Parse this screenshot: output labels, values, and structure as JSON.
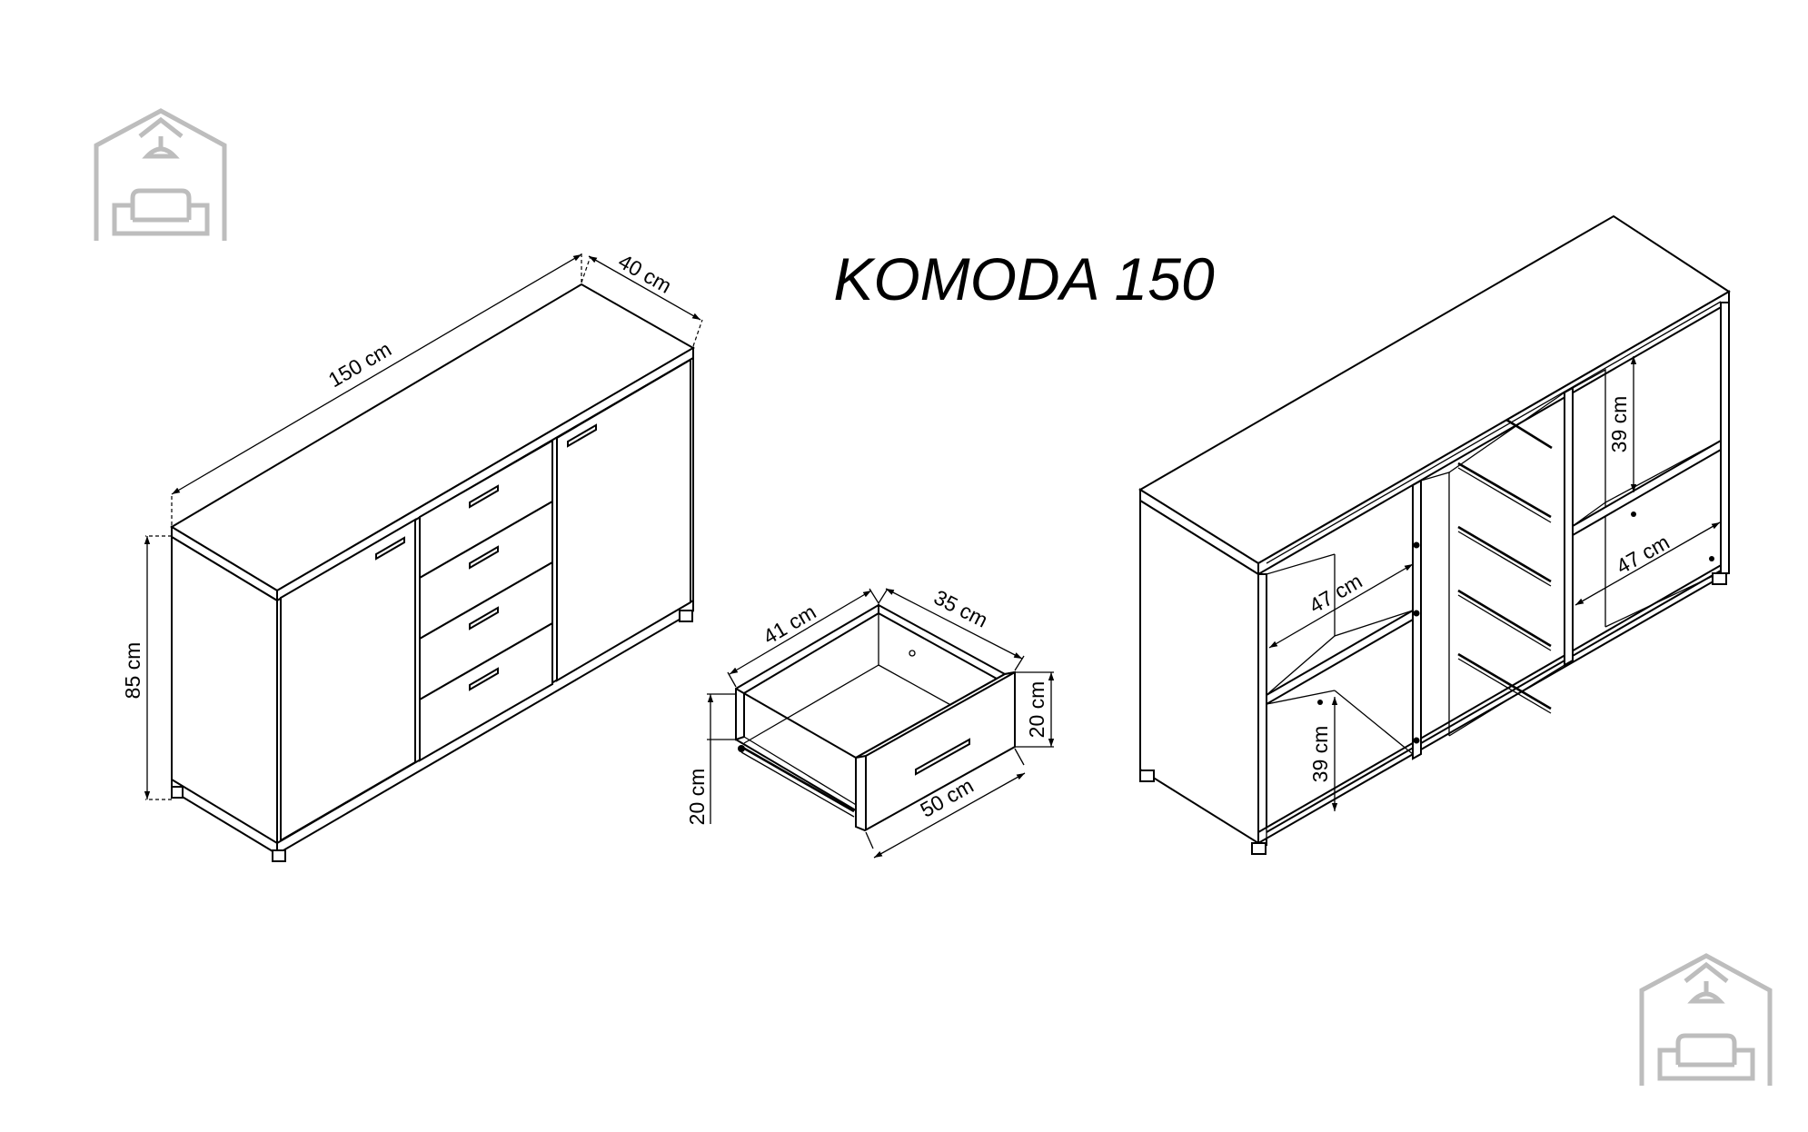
{
  "title": "KOMODA 150",
  "colors": {
    "line": "#000000",
    "logo": "#bdbdbd",
    "background": "#ffffff"
  },
  "icons": {
    "logo": "house-sofa-lamp-icon"
  },
  "views": {
    "front": {
      "width_label": "150 cm",
      "depth_label": "40 cm",
      "height_label": "85 cm"
    },
    "drawer": {
      "inner_width_label": "41 cm",
      "inner_depth_label": "35 cm",
      "front_height_label": "20 cm",
      "side_height_label": "20 cm",
      "front_width_label": "50 cm"
    },
    "open": {
      "right_shelf_height_label": "39 cm",
      "right_shelf_depth_label": "47 cm",
      "left_shelf_depth_label": "47 cm",
      "left_shelf_height_label": "39 cm"
    }
  }
}
